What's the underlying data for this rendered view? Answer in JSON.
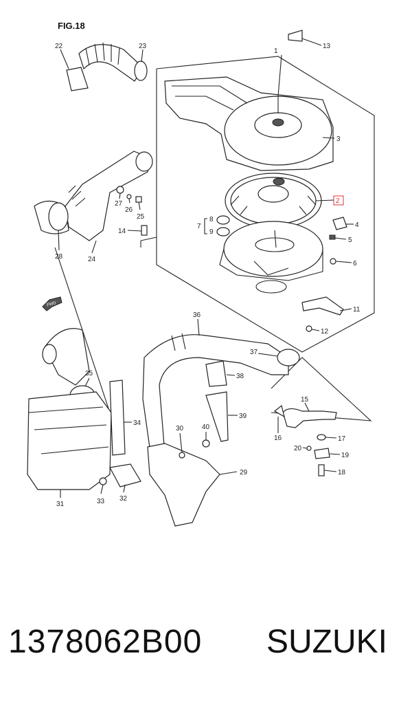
{
  "figure": {
    "title": "FIG.18"
  },
  "direction_tag": "FWD",
  "callouts": [
    "1",
    "2",
    "3",
    "4",
    "5",
    "6",
    "7",
    "8",
    "9",
    "11",
    "12",
    "13",
    "14",
    "15",
    "16",
    "17",
    "18",
    "19",
    "20",
    "22",
    "23",
    "24",
    "25",
    "26",
    "27",
    "28",
    "29",
    "30",
    "31",
    "32",
    "33",
    "34",
    "35",
    "36",
    "37",
    "38",
    "39",
    "40"
  ],
  "highlight": {
    "callout": "2",
    "color": "#e0303a"
  },
  "footer": {
    "part_number": "1378062B00",
    "brand": "SUZUKI"
  }
}
